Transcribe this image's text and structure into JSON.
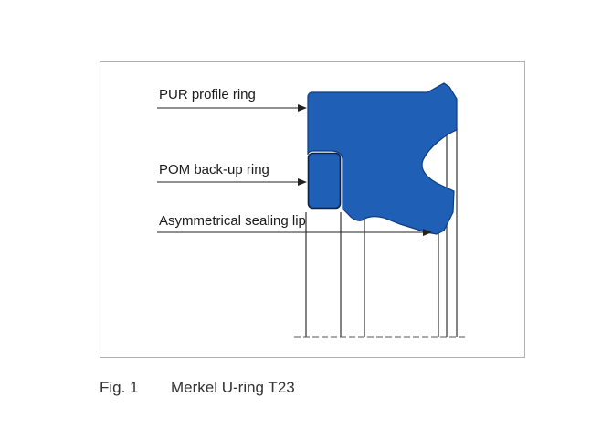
{
  "labels": {
    "profile_ring": "PUR profile ring",
    "backup_ring": "POM back-up ring",
    "sealing_lip": "Asymmetrical sealing lip"
  },
  "caption": {
    "number": "Fig. 1",
    "title": "Merkel U-ring T23"
  },
  "colors": {
    "seal_fill": "#1f5fb5",
    "seal_outline": "#0f3c80",
    "line": "#333333",
    "frame": "#b0b0b0"
  }
}
